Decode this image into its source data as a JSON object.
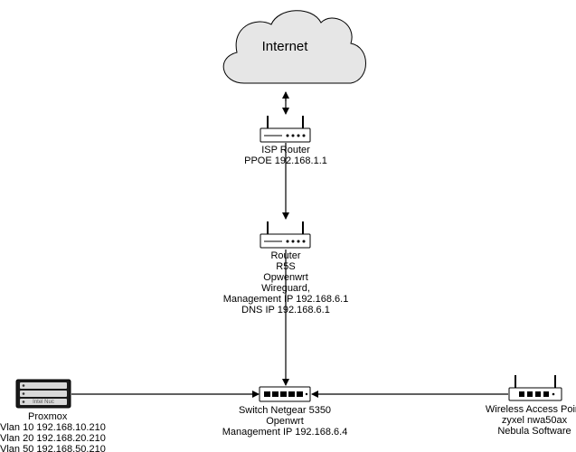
{
  "cloud": {
    "label": "Internet"
  },
  "isp_router": {
    "lines": [
      "ISP Router",
      "PPOE 192.168.1.1"
    ]
  },
  "router": {
    "lines": [
      "Router",
      "R5S",
      "Opwenwrt",
      "Wireguard,",
      "Management IP 192.168.6.1",
      "DNS IP 192.168.6.1"
    ]
  },
  "switch": {
    "lines": [
      "Switch Netgear 5350",
      "Openwrt",
      "Management IP 192.168.6.4"
    ]
  },
  "server": {
    "rack_label": "Intel Nuc",
    "lines": [
      "Proxmox",
      "Vlan 10 192.168.10.210",
      "Vlan 20 192.168.20.210",
      "Vlan 50 192.168.50.210"
    ]
  },
  "access_point": {
    "lines": [
      "Wireless Access Point",
      "zyxel nwa50ax",
      "Nebula Software"
    ]
  },
  "colors": {
    "cloud_fill": "#e6e6e6",
    "device_fill": "#ffffff",
    "line": "#000000"
  }
}
